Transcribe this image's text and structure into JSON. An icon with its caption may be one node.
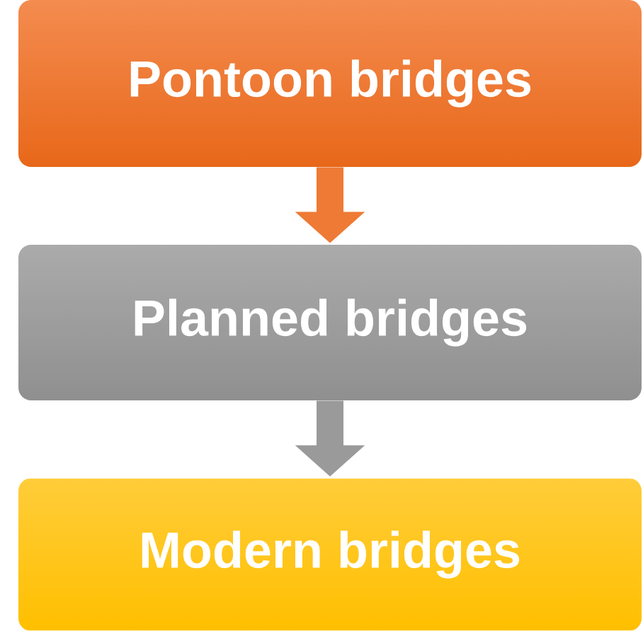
{
  "diagram": {
    "nodes": [
      {
        "text": [
          "Pontoon bridges"
        ]
      },
      {
        "text": [
          "Planned bridges"
        ]
      },
      {
        "text": [
          "Modern bridges"
        ]
      }
    ],
    "edges": [
      {
        "from": 0,
        "to": 1,
        "arrow": "to",
        "color": "#ee7a35"
      },
      {
        "from": 1,
        "to": 2,
        "arrow": "to",
        "color": "#9a9a9a"
      }
    ]
  }
}
